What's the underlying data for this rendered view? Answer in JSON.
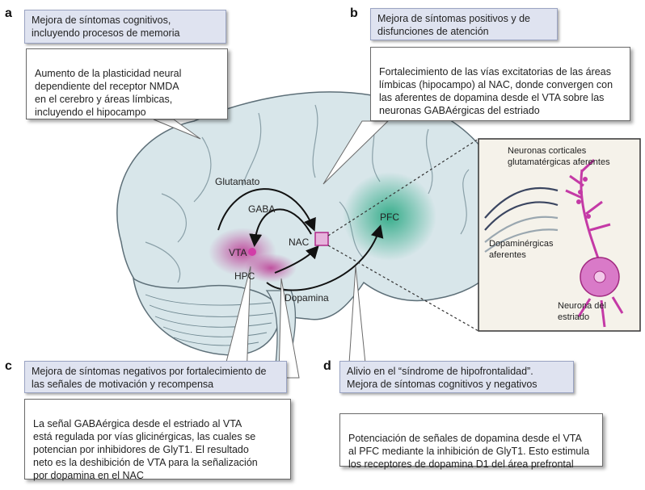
{
  "panels": {
    "a": {
      "letter": "a",
      "header": "Mejora de síntomas cognitivos,\nincluyendo procesos de memoria",
      "body": "Aumento de la plasticidad neural\ndependiente del receptor NMDA\nen el cerebro y áreas límbicas,\nincluyendo el hipocampo"
    },
    "b": {
      "letter": "b",
      "header": "Mejora de síntomas positivos y de\ndisfunciones de atención",
      "body": "Fortalecimiento de las vías excitatorias de las áreas\nlímbicas (hipocampo) al NAC, donde convergen con\nlas aferentes de dopamina desde el VTA sobre las\nneuronas GABAérgicas del estriado"
    },
    "c": {
      "letter": "c",
      "header": "Mejora de síntomas negativos por fortalecimiento de\nlas señales de motivación y recompensa",
      "body": "La señal GABAérgica desde el estriado al VTA\nestá regulada por vías glicinérgicas, las cuales se\npotencian por inhibidores de GlyT1. El resultado\nneto es la deshibición de VTA para la señalización\npor dopamina en el NAC"
    },
    "d": {
      "letter": "d",
      "header": "Alivio en el “síndrome de hipofrontalidad”.\nMejora de síntomas cognitivos y negativos",
      "body": "Potenciación de señales de dopamina desde el VTA\nal PFC mediante la inhibición de GlyT1. Esto estimula\nlos receptores de dopamina D1 del área prefrontal"
    }
  },
  "brain_labels": {
    "glutamato": "Glutamato",
    "gaba": "GABA",
    "vta": "VTA",
    "nac": "NAC",
    "hpc": "HPC",
    "pfc": "PFC",
    "dopamina": "Dopamina"
  },
  "inset_labels": {
    "cortical": "Neuronas corticales\nglutamatérgicas aferentes",
    "dopaminergic": "Dopaminérgicas\naferentes",
    "striatal": "Neurona del\nestriado"
  },
  "colors": {
    "header_bg": "#dfe3f0",
    "brain_fill": "#d8e6ea",
    "brain_stroke": "#5d6f78",
    "pfc_glow": "#1aa37a",
    "vta_glow": "#c21f8f",
    "neuron": "#c43aa6"
  }
}
